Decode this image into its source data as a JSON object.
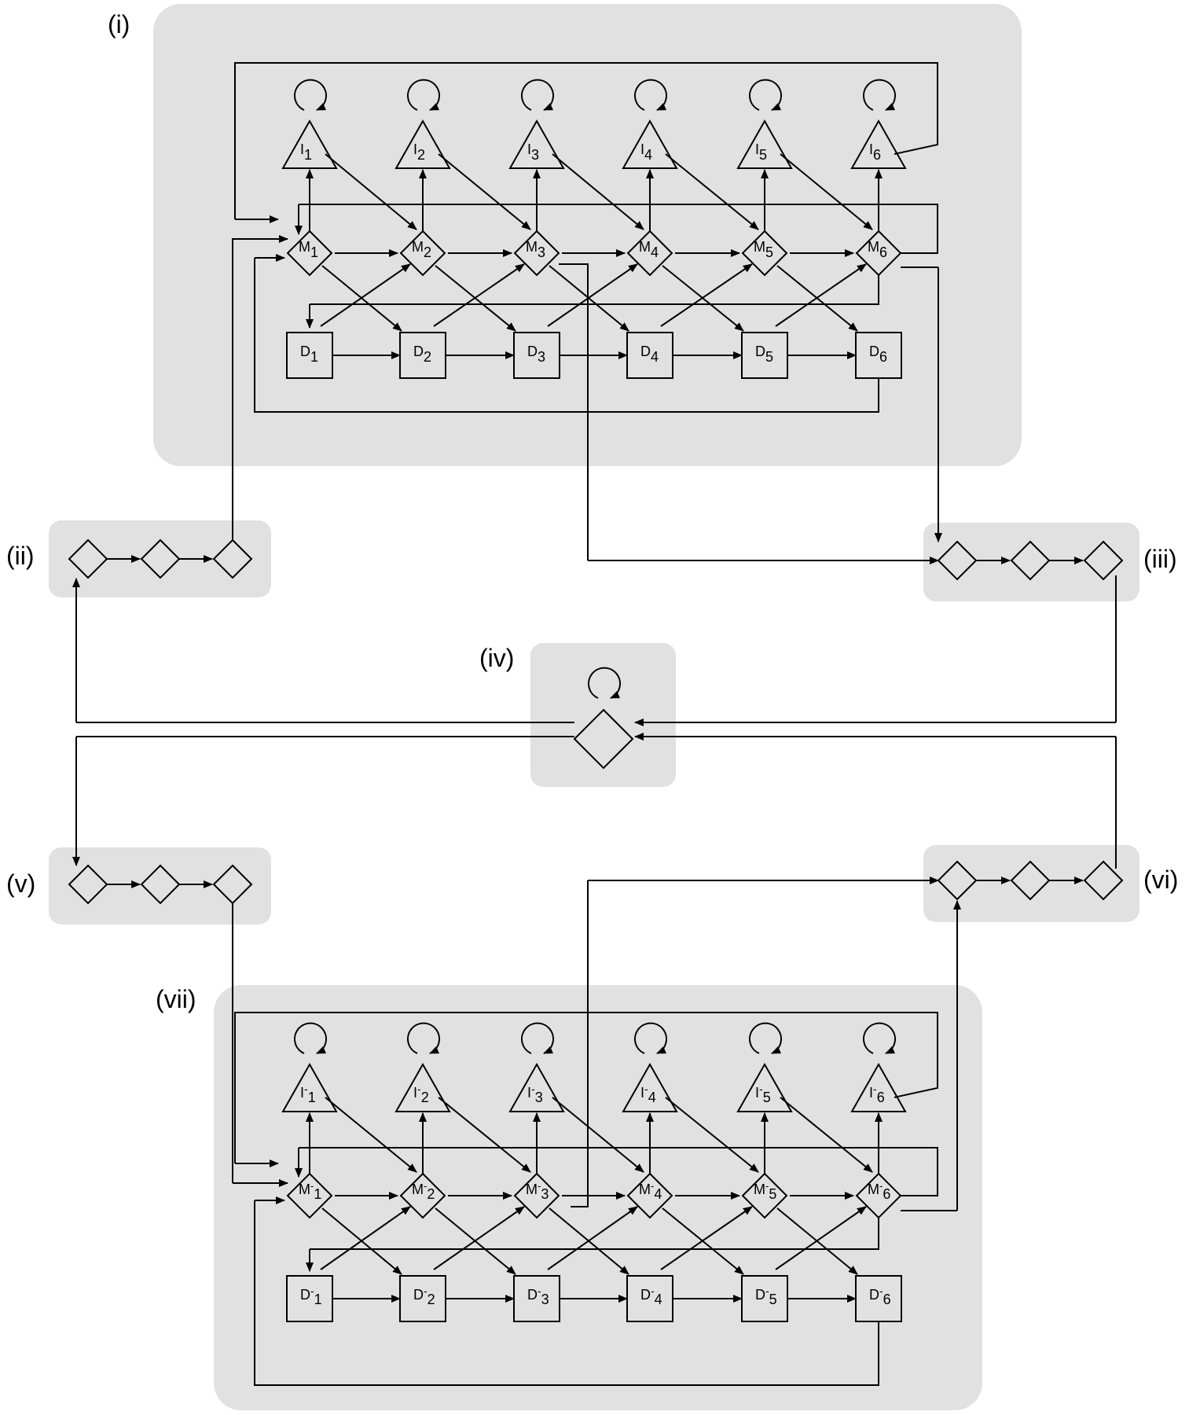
{
  "panel_labels": {
    "i": "(i)",
    "ii": "(ii)",
    "iii": "(iii)",
    "iv": "(iv)",
    "v": "(v)",
    "vi": "(vi)",
    "vii": "(vii)"
  },
  "top_model": {
    "insert_states": [
      {
        "base": "I",
        "sub": "1"
      },
      {
        "base": "I",
        "sub": "2"
      },
      {
        "base": "I",
        "sub": "3"
      },
      {
        "base": "I",
        "sub": "4"
      },
      {
        "base": "I",
        "sub": "5"
      },
      {
        "base": "I",
        "sub": "6"
      }
    ],
    "match_states": [
      {
        "base": "M",
        "sub": "1"
      },
      {
        "base": "M",
        "sub": "2"
      },
      {
        "base": "M",
        "sub": "3"
      },
      {
        "base": "M",
        "sub": "4"
      },
      {
        "base": "M",
        "sub": "5"
      },
      {
        "base": "M",
        "sub": "6"
      }
    ],
    "delete_states": [
      {
        "base": "D",
        "sub": "1"
      },
      {
        "base": "D",
        "sub": "2"
      },
      {
        "base": "D",
        "sub": "3"
      },
      {
        "base": "D",
        "sub": "4"
      },
      {
        "base": "D",
        "sub": "5"
      },
      {
        "base": "D",
        "sub": "6"
      }
    ]
  },
  "bottom_model": {
    "insert_states": [
      {
        "base": "I",
        "sup": "-",
        "sub": "1"
      },
      {
        "base": "I",
        "sup": "-",
        "sub": "2"
      },
      {
        "base": "I",
        "sup": "-",
        "sub": "3"
      },
      {
        "base": "I",
        "sup": "-",
        "sub": "4"
      },
      {
        "base": "I",
        "sup": "-",
        "sub": "5"
      },
      {
        "base": "I",
        "sup": "-",
        "sub": "6"
      }
    ],
    "match_states": [
      {
        "base": "M",
        "sup": "-",
        "sub": "1"
      },
      {
        "base": "M",
        "sup": "-",
        "sub": "2"
      },
      {
        "base": "M",
        "sup": "-",
        "sub": "3"
      },
      {
        "base": "M",
        "sup": "-",
        "sub": "4"
      },
      {
        "base": "M",
        "sup": "-",
        "sub": "5"
      },
      {
        "base": "M",
        "sup": "-",
        "sub": "6"
      }
    ],
    "delete_states": [
      {
        "base": "D",
        "sup": "-",
        "sub": "1"
      },
      {
        "base": "D",
        "sup": "-",
        "sub": "2"
      },
      {
        "base": "D",
        "sup": "-",
        "sub": "3"
      },
      {
        "base": "D",
        "sup": "-",
        "sub": "4"
      },
      {
        "base": "D",
        "sup": "-",
        "sub": "5"
      },
      {
        "base": "D",
        "sup": "-",
        "sub": "6"
      }
    ]
  },
  "colors": {
    "panel_fill": "#e1e1e1",
    "stroke": "#000000",
    "background": "#ffffff"
  }
}
